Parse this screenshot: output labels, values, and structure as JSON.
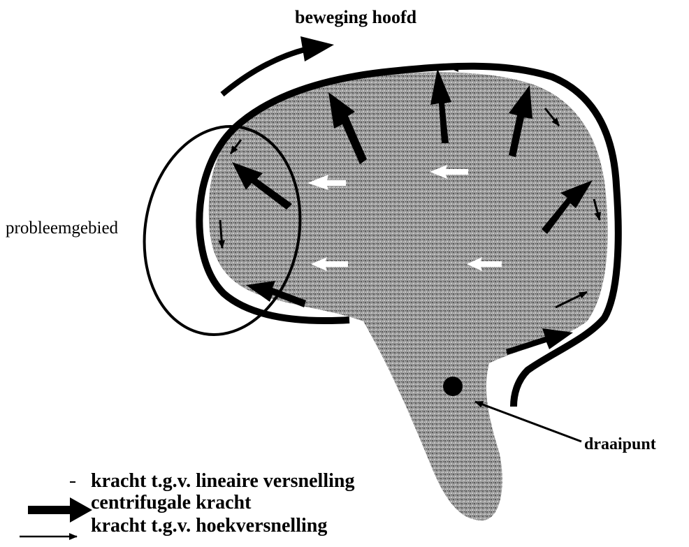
{
  "labels": {
    "head_motion": "beweging hoofd",
    "problem_area": "probleemgebied",
    "pivot": "draaipunt"
  },
  "legend": [
    {
      "text": "kracht t.g.v. lineaire versnelling",
      "arrow": "none"
    },
    {
      "text": "centrifugale kracht",
      "arrow": "thick"
    },
    {
      "text": "kracht t.g.v. hoekversnelling",
      "arrow": "thin"
    }
  ],
  "colors": {
    "ink": "#000000",
    "brain_fill": "#8a8a8a",
    "white_arrow": "#ffffff",
    "background": "#ffffff"
  }
}
